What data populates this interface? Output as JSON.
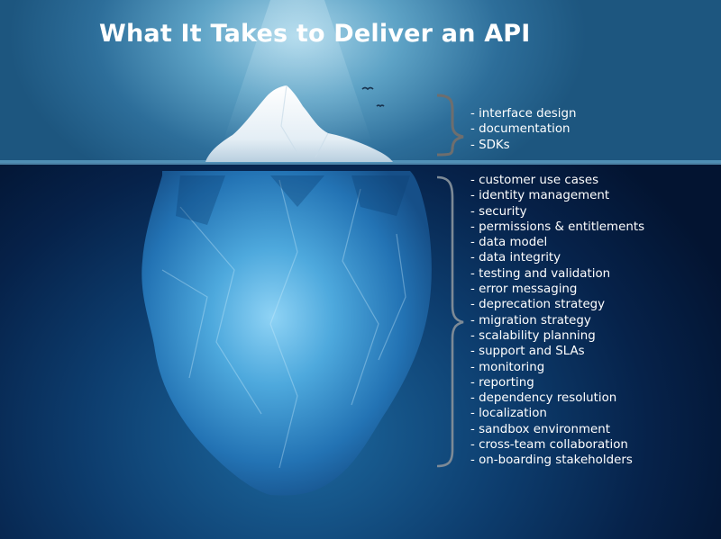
{
  "title": "What It Takes to Deliver an API",
  "above_water": [
    "- interface design",
    "- documentation",
    "- SDKs"
  ],
  "below_water": [
    "- customer use cases",
    "- identity management",
    "- security",
    "- permissions & entitlements",
    "- data model",
    "- data integrity",
    "- testing and validation",
    "- error messaging",
    "- deprecation strategy",
    "- migration strategy",
    "- scalability planning",
    "- support and SLAs",
    "- monitoring",
    "- reporting",
    "- dependency resolution",
    "- localization",
    "- sandbox environment",
    "- cross-team collaboration",
    "- on-boarding stakeholders"
  ],
  "colors": {
    "text": "#ffffff",
    "sky": "#2d6e9a",
    "water": "#06224a",
    "iceberg_top": "#f4f8fb",
    "iceberg_submerged": "#3f9fd6",
    "brace": "#6e6e6e"
  }
}
